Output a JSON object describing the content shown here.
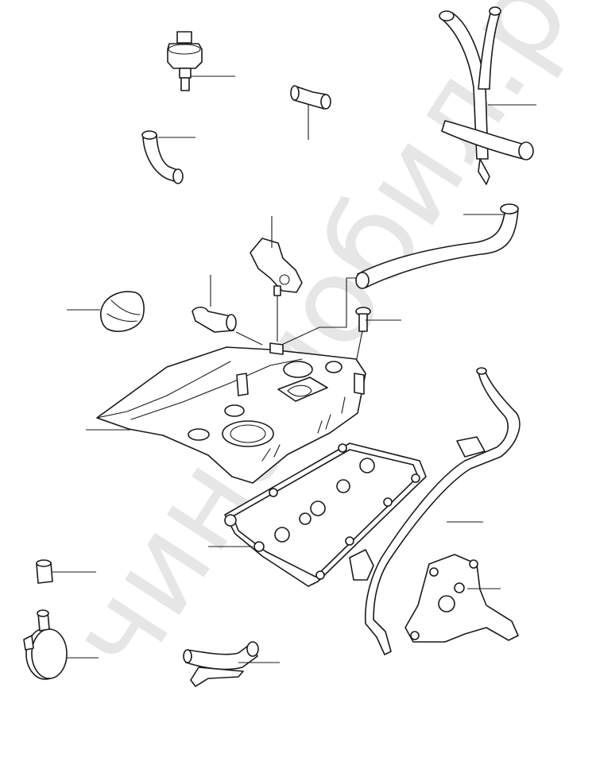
{
  "diagram": {
    "watermark": "чинамобил.рф",
    "colors": {
      "line": "#1a1a1a",
      "background": "#ffffff",
      "watermark": "#e6e6e6"
    },
    "parts": [
      "pcv-valve",
      "short-hose-connector",
      "curved-hose",
      "coolant-pipe-tee",
      "camshaft-position-sensor",
      "spark-plug-boot",
      "oil-filler-cap",
      "breather-hose",
      "cover-bolt",
      "valve-cover",
      "valve-cover-gasket",
      "coolant-bypass-pipe",
      "engine-mount-bracket",
      "hose-sleeve",
      "thermostat-housing",
      "water-outlet-pipe"
    ]
  }
}
